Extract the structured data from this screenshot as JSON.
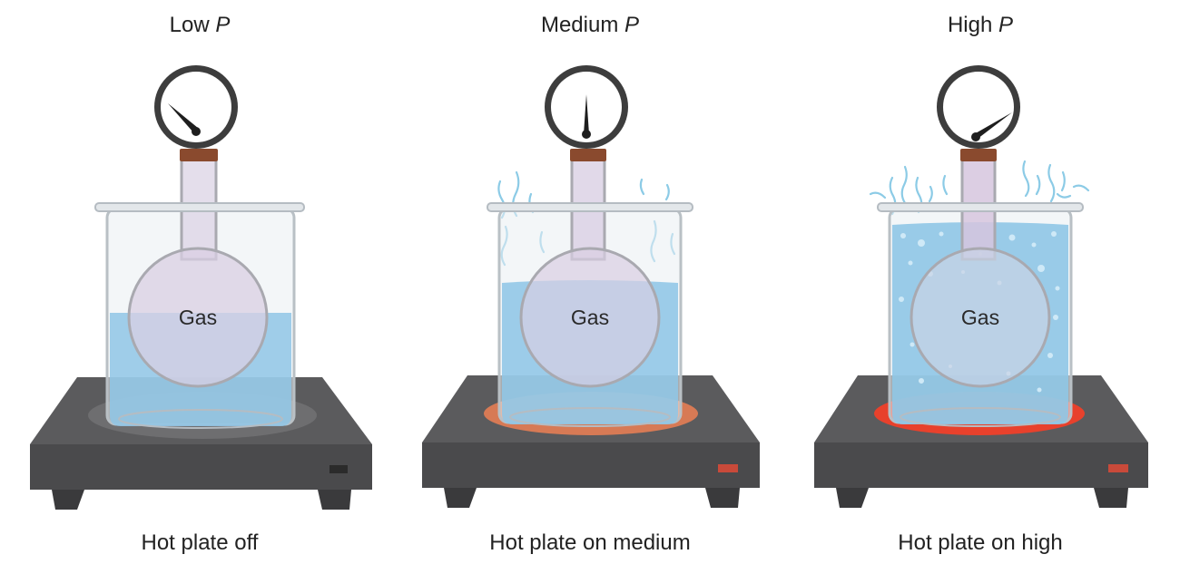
{
  "panels": [
    {
      "title_prefix": "Low",
      "title_symbol": "P",
      "gas_label": "Gas",
      "caption": "Hot plate off",
      "water_level": "low",
      "needle": "low",
      "heat": "off"
    },
    {
      "title_prefix": "Medium",
      "title_symbol": "P",
      "gas_label": "Gas",
      "caption": "Hot plate on medium",
      "water_level": "medium",
      "needle": "medium",
      "heat": "medium"
    },
    {
      "title_prefix": "High",
      "title_symbol": "P",
      "gas_label": "Gas",
      "caption": "Hot plate on high",
      "water_level": "high",
      "needle": "high",
      "heat": "high"
    }
  ],
  "colors": {
    "water": "#8fc6e6",
    "plate": "#5a5a5c",
    "heat_medium": "#d77a55",
    "heat_high": "#e8412c",
    "gauge_ring": "#3d3d3d",
    "stopper": "#8a4a2e",
    "steam": "#8ccbe6"
  }
}
